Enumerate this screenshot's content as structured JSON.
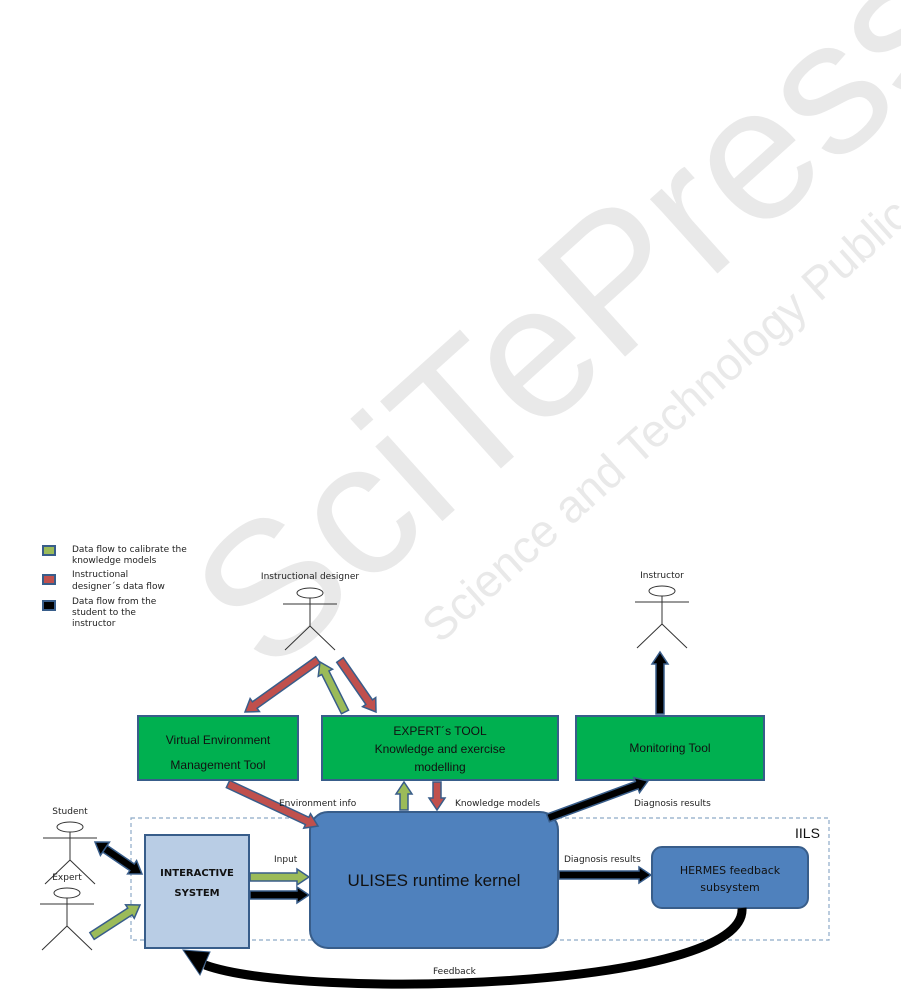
{
  "watermark": {
    "logo": "SciTePress",
    "tagline": "Science and Technology Publications"
  },
  "legend": [
    {
      "lines": [
        "Data flow to calibrate the",
        "knowledge models"
      ],
      "color": "#9bbb59"
    },
    {
      "lines": [
        "Instructional",
        "designer´s data flow"
      ],
      "color": "#c0504d"
    },
    {
      "lines": [
        "Data flow from the",
        "student to the",
        "instructor"
      ],
      "color": "#000000"
    }
  ],
  "actors": {
    "instructional_designer": "Instructional designer",
    "instructor": "Instructor",
    "student": "Student",
    "expert": "Expert"
  },
  "boxes": {
    "ve": [
      "Virtual Environment",
      "Management Tool"
    ],
    "expert_tool": [
      "EXPERT´s TOOL",
      "Knowledge and exercise",
      "modelling"
    ],
    "monitoring": "Monitoring Tool",
    "interactive": [
      "INTERACTIVE",
      "SYSTEM"
    ],
    "ulises": "ULISES runtime kernel",
    "hermes": [
      "HERMES feedback",
      "subsystem"
    ],
    "iils": "IILS"
  },
  "flow_labels": {
    "environment_info": "Environment info",
    "knowledge_models": "Knowledge models",
    "diagnosis_top": "Diagnosis results",
    "input": "Input",
    "diagnosis_right": "Diagnosis results",
    "feedback": "Feedback"
  },
  "colors": {
    "green_box": "#00b050",
    "blue_box": "#4f81bd",
    "light_box": "#b9cde5",
    "border": "#385d8a"
  }
}
